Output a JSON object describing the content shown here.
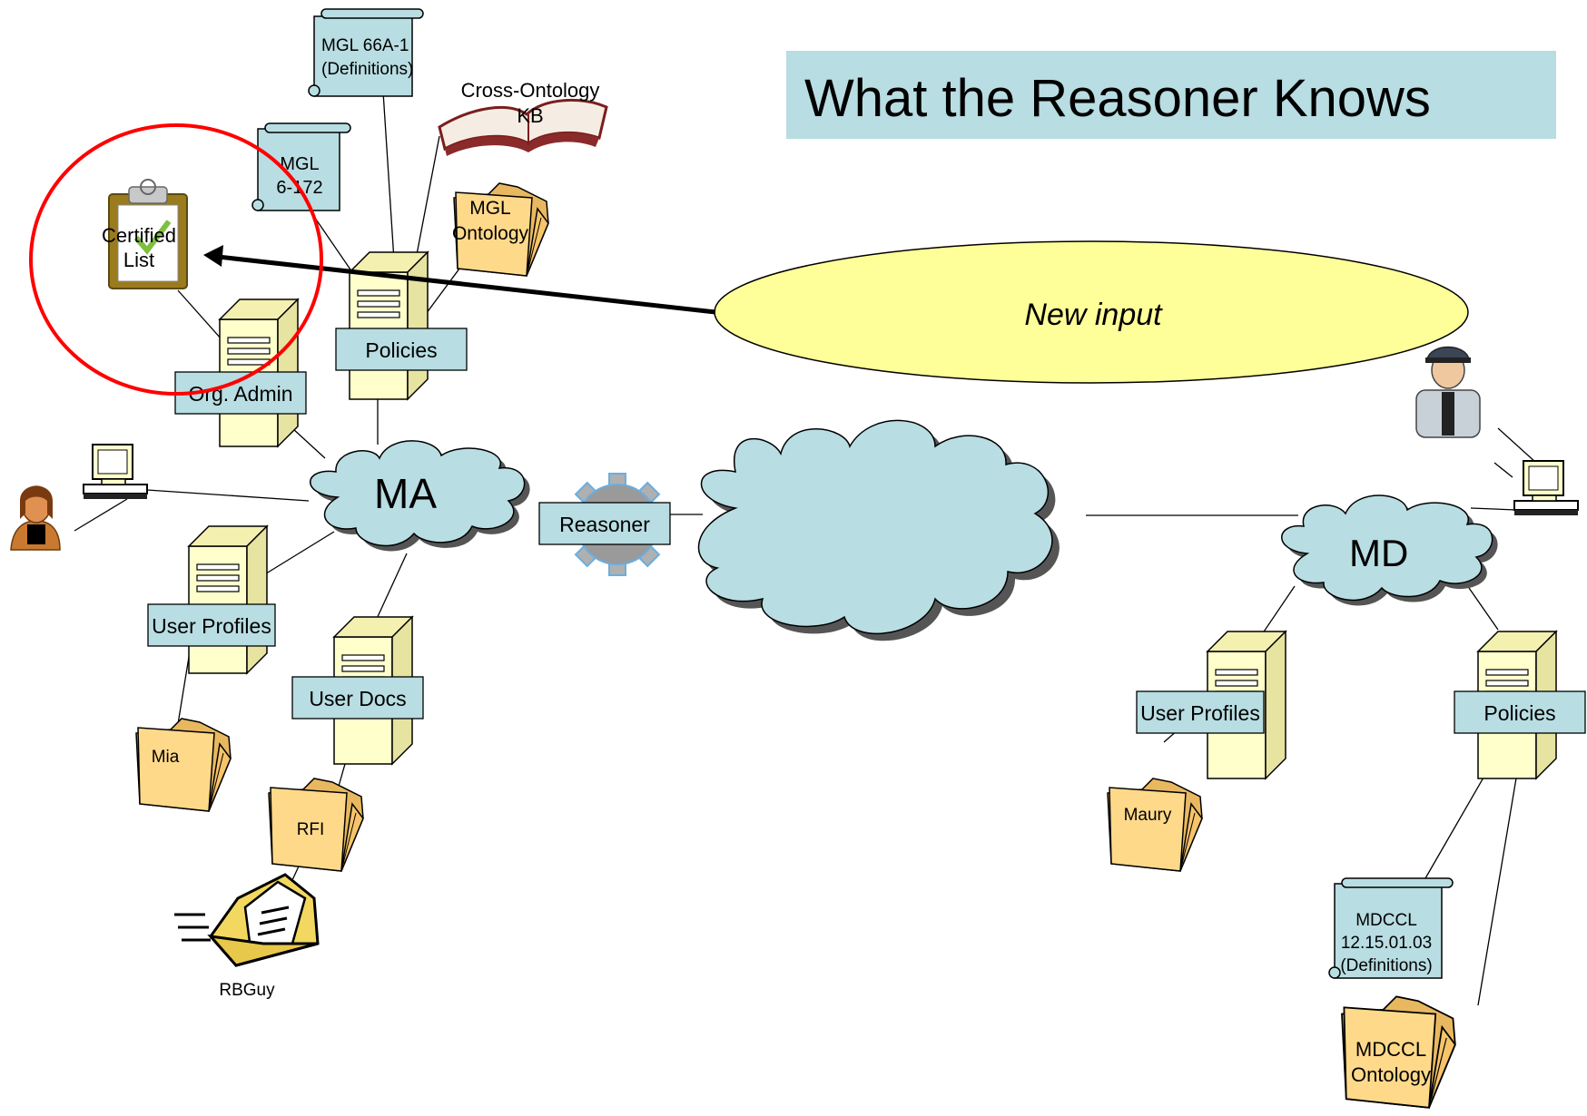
{
  "title": "What the Reasoner Knows",
  "clouds": {
    "ma": "MA",
    "md": "MD"
  },
  "new_input": "New input",
  "labels": {
    "policies_ma": "Policies",
    "org_admin": "Org. Admin",
    "reasoner": "Reasoner",
    "user_profiles_ma": "User Profiles",
    "user_docs": "User Docs",
    "user_profiles_md": "User Profiles",
    "policies_md": "Policies"
  },
  "scrolls": {
    "mgl66": [
      "MGL 66A-1",
      "(Definitions)"
    ],
    "mgl6": [
      "MGL",
      "6-172"
    ],
    "mdccl": [
      "MDCCL",
      "12.15.01.03",
      "(Definitions)"
    ]
  },
  "book": [
    "Cross-Ontology",
    "KB"
  ],
  "clipboard": [
    "Certified",
    "List"
  ],
  "folders": {
    "mgl_ontology": [
      "MGL",
      "Ontology"
    ],
    "mia": "Mia",
    "rfi": "RFI",
    "maury": "Maury",
    "mdccl_ontology": [
      "MDCCL",
      "Ontology"
    ]
  },
  "envelope_label": "RBGuy",
  "colors": {
    "label_box": "#b8dde2",
    "cloud": "#b8dde2",
    "ellipse": "#ffff99",
    "server": "#ffffcc",
    "folder": "#ffd98a",
    "highlight": "#ff0000",
    "title_box": "#b8dde2"
  }
}
